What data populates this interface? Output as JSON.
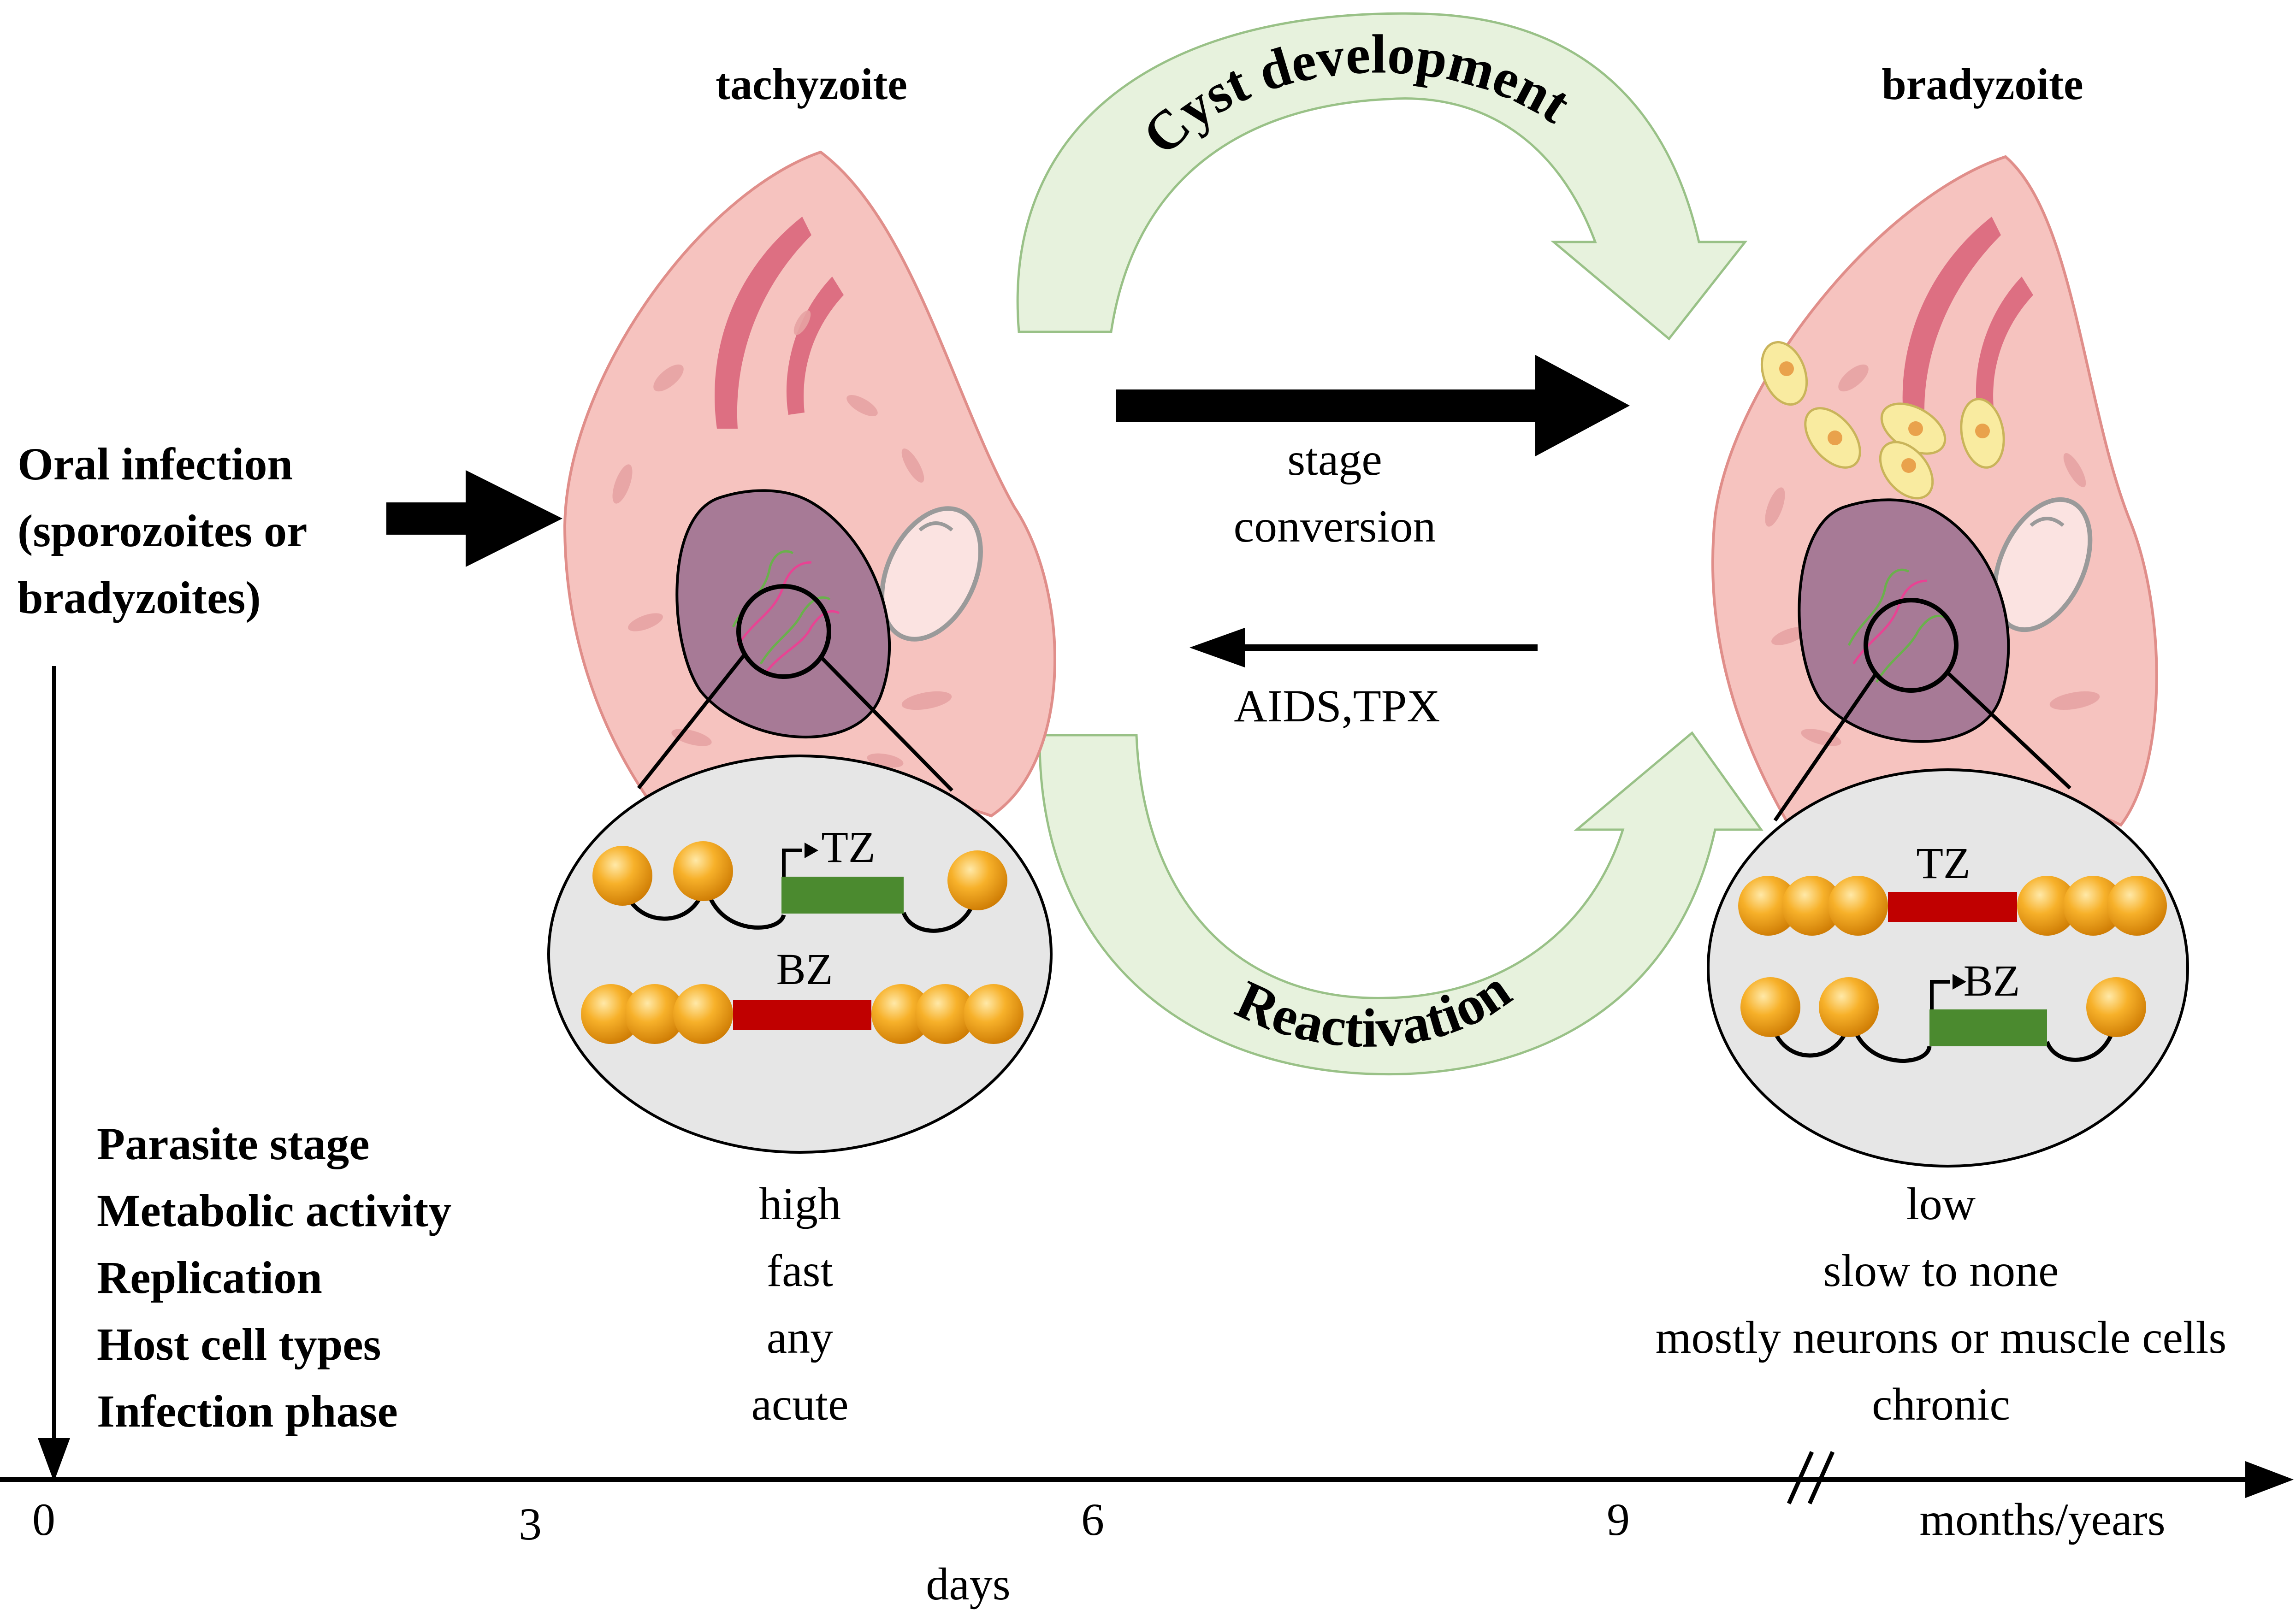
{
  "stages": {
    "tachyzoite": "tachyzoite",
    "bradyzoite": "bradyzoite"
  },
  "entry": {
    "line1": "Oral infection",
    "line2": "(sporozoites or",
    "line3": "bradyzoites)"
  },
  "arrows": {
    "cyst_development": "Cyst development",
    "reactivation": "Reactivation",
    "conversion_line1": "stage",
    "conversion_line2": "conversion",
    "reverse_label": "AIDS,TPX"
  },
  "genes": {
    "tz": "TZ",
    "bz": "BZ"
  },
  "properties": {
    "labels": [
      "Parasite stage",
      "Metabolic activity",
      "Replication",
      "Host cell types",
      "Infection phase"
    ],
    "tachyzoite": [
      "high",
      "fast",
      "any",
      "acute"
    ],
    "bradyzoite": [
      "low",
      "slow to none",
      "mostly neurons or muscle cells",
      "chronic"
    ]
  },
  "timeline": {
    "ticks": [
      "0",
      "3",
      "6",
      "9"
    ],
    "unit": "days",
    "long_term": "months/years"
  },
  "colors": {
    "cell_fill": "#f6c3bf",
    "cell_stroke": "#e08e8a",
    "nucleus": "#a77a96",
    "arrow_fill": "#e7f2dd",
    "arrow_stroke": "#99c187",
    "nucleosome": "#f5a623",
    "active_gene": "#4b8a2f",
    "silent_gene": "#c00000"
  }
}
